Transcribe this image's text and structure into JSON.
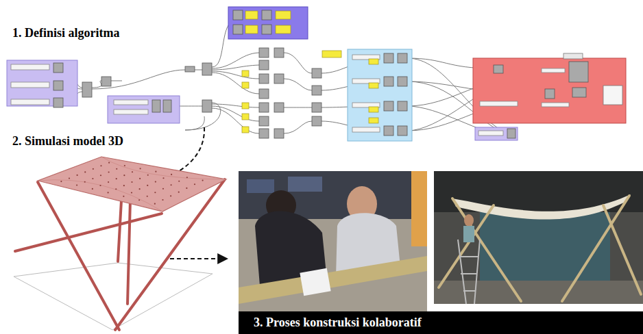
{
  "diagram": {
    "nodes": [
      {
        "text": [
          "3. Proses konstruksi kolaboratif"
        ]
      }
    ],
    "labels": [
      "1. Definisi algoritma",
      "2. Simulasi model 3D"
    ]
  }
}
